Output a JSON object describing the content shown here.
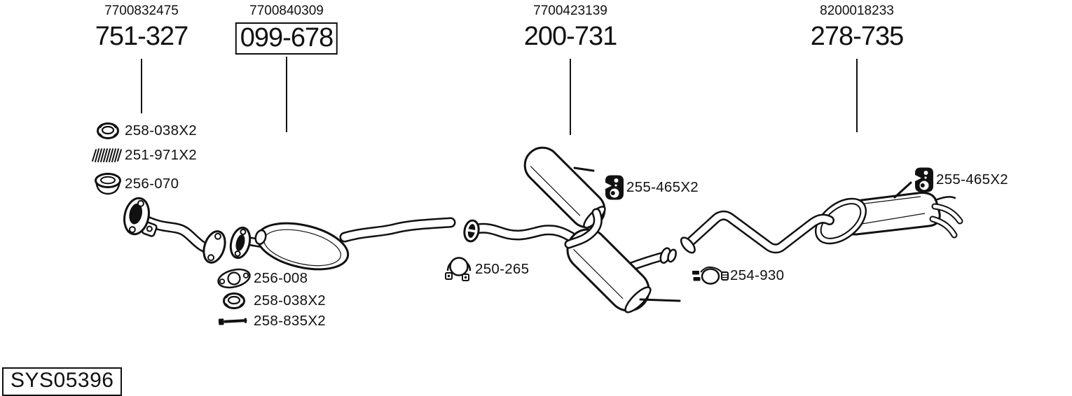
{
  "diagram_code": "SYS05396",
  "colors": {
    "ink": "#111111",
    "background": "#ffffff"
  },
  "title_groups": [
    {
      "oem": "7700832475",
      "code": "751-327",
      "boxed": false
    },
    {
      "oem": "7700840309",
      "code": "099-678",
      "boxed": true
    },
    {
      "oem": "7700423139",
      "code": "200-731",
      "boxed": false
    },
    {
      "oem": "8200018233",
      "code": "278-735",
      "boxed": false
    }
  ],
  "parts": {
    "front_pipe_fittings": [
      {
        "icon": "lock-nut-icon",
        "label": "258-038X2"
      },
      {
        "icon": "spring-icon",
        "label": "251-971X2"
      },
      {
        "icon": "ring-gasket-icon",
        "label": "256-070"
      }
    ],
    "catalyst_fittings": [
      {
        "icon": "oval-gasket-icon",
        "label": "256-008"
      },
      {
        "icon": "lock-nut-icon",
        "label": "258-038X2"
      },
      {
        "icon": "bolt-icon",
        "label": "258-835X2"
      }
    ],
    "pipe_clamp": {
      "icon": "pipe-clamp-icon",
      "label": "250-265"
    },
    "center_hanger": {
      "icon": "rubber-hanger-icon",
      "label": "255-465X2"
    },
    "rear_clamp": {
      "icon": "double-clamp-icon",
      "label": "254-930"
    },
    "rear_hanger": {
      "icon": "rubber-hanger-icon",
      "label": "255-465X2"
    }
  }
}
